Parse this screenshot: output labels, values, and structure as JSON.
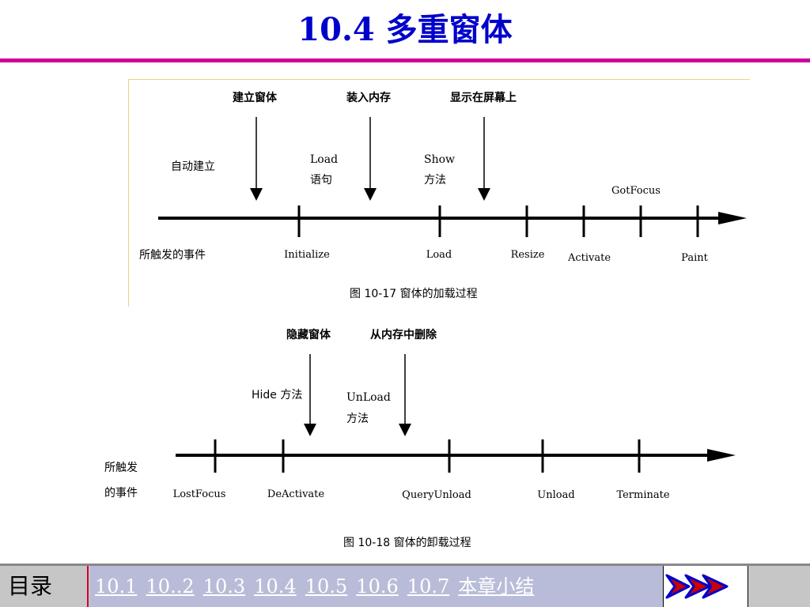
{
  "title": "10.4   多重窗体",
  "figure1": {
    "caption": "图 10-17    窗体的加载过程",
    "top_actions": [
      "建立窗体",
      "装入内存",
      "显示在屏幕上"
    ],
    "methods": [
      {
        "line1": "自动建立",
        "line2": ""
      },
      {
        "line1": "Load",
        "line2": "语句"
      },
      {
        "line1": "Show",
        "line2": "方法"
      }
    ],
    "events_label": "所触发的事件",
    "events": [
      "Initialize",
      "Load",
      "Resize",
      "Activate",
      "GotFocus",
      "Paint"
    ]
  },
  "figure2": {
    "caption": "图 10-18    窗体的卸载过程",
    "top_actions": [
      "隐藏窗体",
      "从内存中删除"
    ],
    "methods": [
      {
        "line1": "Hide 方法",
        "line2": ""
      },
      {
        "line1": "UnLoad",
        "line2": "方法"
      }
    ],
    "events_label_line1": "所触发",
    "events_label_line2": "的事件",
    "events": [
      "LostFocus",
      "DeActivate",
      "QueryUnload",
      "Unload",
      "Terminate"
    ]
  },
  "footer": {
    "toc_label": "目录",
    "links": [
      "10.1",
      "10..2",
      "10.3",
      "10.4",
      "10.5",
      "10.6",
      "10.7",
      "本章小结"
    ],
    "next_icon": "double-arrow-right-icon",
    "arrow_color": "#cc0000",
    "arrow_outline": "#0000cc"
  }
}
